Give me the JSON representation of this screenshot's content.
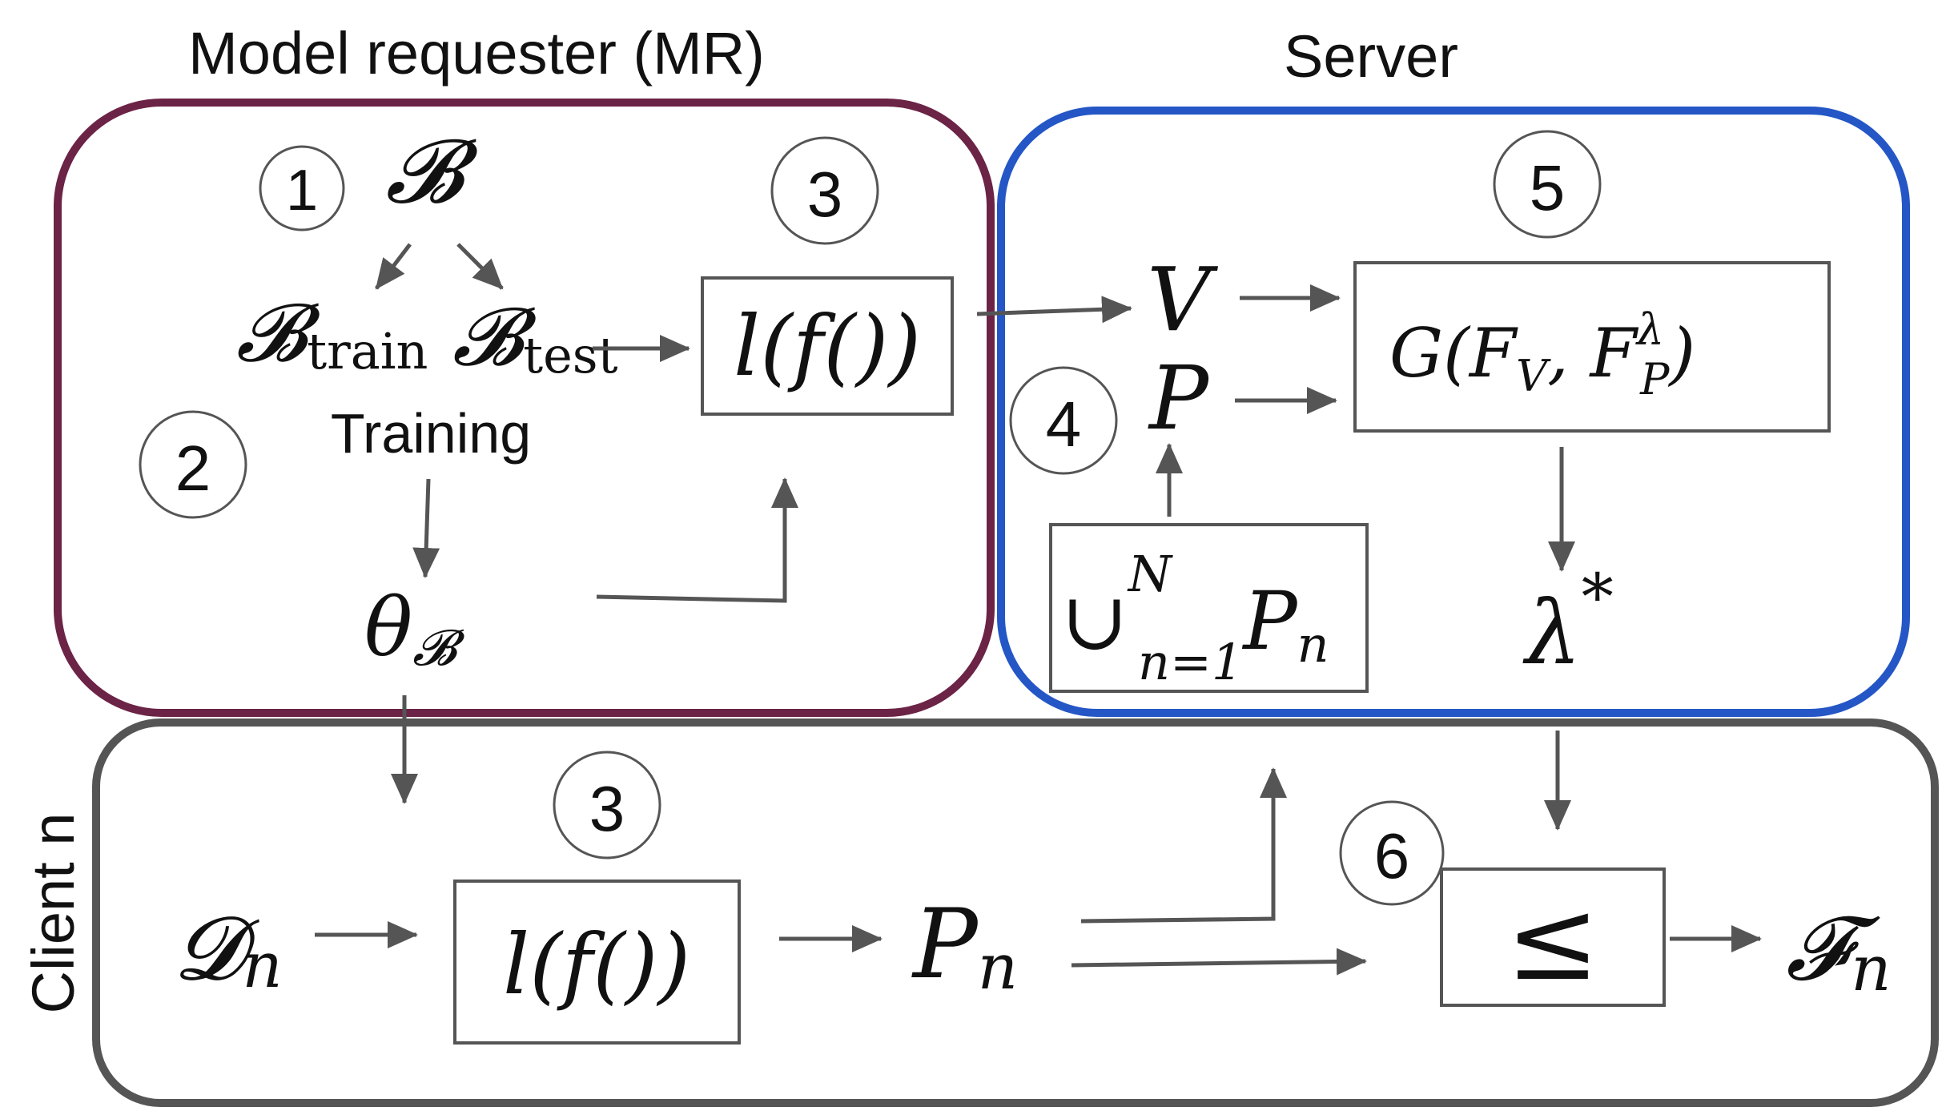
{
  "title": "",
  "group_labels": {
    "model_requester": "Model requester (MR)",
    "server": "Server",
    "client": "Client n"
  },
  "labels": {
    "training": "Training"
  },
  "math": {
    "B": "𝓑",
    "B_train_base": "𝓑",
    "B_train_sub": "train",
    "B_test_base": "𝓑",
    "B_test_sub": "test",
    "loss_mr": "l(f())",
    "theta_base": "θ",
    "theta_sub": "𝓑",
    "V": "V",
    "P": "P",
    "G_text": "G(F",
    "G_sub_V": "V",
    "G_mid": ", F",
    "G_sup": "λ",
    "G_sub_P": "P",
    "G_close": ")",
    "union_base": "∪",
    "union_sup": "N",
    "union_sub": "n=1",
    "union_P": "P",
    "union_Psub": "n",
    "lambda_star": "λ",
    "lambda_sup": "*",
    "D_base": "𝓓",
    "D_sub": "n",
    "loss_client": "l(f())",
    "Pn_base": "P",
    "Pn_sub": "n",
    "leq": "≤",
    "F_base": "𝓕",
    "F_sub": "n"
  },
  "steps": [
    "1",
    "2",
    "3",
    "3",
    "4",
    "5",
    "6"
  ],
  "colors": {
    "mr_border": "#6b2346",
    "server_border": "#2456c6",
    "client_border": "#555555",
    "arrow": "#555555",
    "box": "#555555"
  }
}
